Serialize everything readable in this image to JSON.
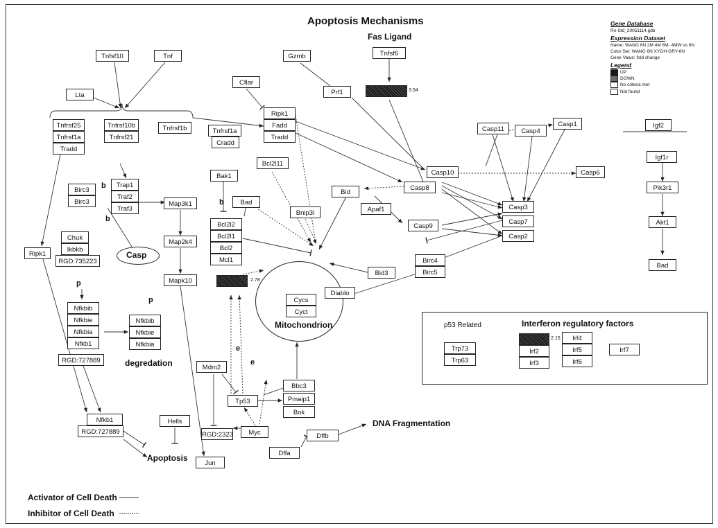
{
  "title": "Apoptosis Mechanisms",
  "fas_ligand": "Fas Ligand",
  "legend": {
    "gene_database_heading": "Gene Database",
    "gene_database": "Rn-Std_20051114.gdb",
    "expression_dataset_heading": "Expression Dataset",
    "name": "Name: WANG 6N 2M 4M 6M- 4MW vs 6N",
    "color_set": "Color Set: WANG 6N XYGH-GRY-6N",
    "gene_value": "Gene Value: fold change",
    "legend_heading": "Legend",
    "up": "UP",
    "down": "DOWN",
    "no_criteria": "No criteria met",
    "not_found": "Not found",
    "colors": {
      "up": "#1a1a1a",
      "down": "#6e6e6e"
    }
  },
  "genes": {
    "lta": "Lta",
    "tnfsf10": "Tnfsf10",
    "tnf": "Tnf",
    "cflar": "Cflar",
    "gzmb": "Gzmb",
    "prf1": "Prf1",
    "tnfsf6": "Tnfsf6",
    "tnfsf6_value": "3.54",
    "tnfrsf25": "Tnfrsf25",
    "tnfrsf1a": "Tnfrsf1a",
    "tradd": "Tradd",
    "tnfrsf10b": "Tnfrsf10b",
    "tnfrsf21": "Tnfrsf21",
    "tnfrsf1b": "Tnfrsf1b",
    "tnfrsf1a_b": "Tnfrsf1a",
    "cradd": "Cradd",
    "ripk1_a": "Ripk1",
    "fadd": "Fadd",
    "tradd_b": "Tradd",
    "casp4": "Casp4",
    "casp11": "Casp11",
    "casp1": "Casp1",
    "casp10": "Casp10",
    "casp6": "Casp6",
    "casp8": "Casp8",
    "bid": "Bid",
    "apaf1": "Apaf1",
    "casp3": "Casp3",
    "casp7": "Casp7",
    "casp2": "Casp2",
    "casp9": "Casp9",
    "igf2": "Igf2",
    "igf1r": "Igf1r",
    "pik3r1": "Pik3r1",
    "akt1": "Akt1",
    "bad_right": "Bad",
    "birc3_a": "Birc3",
    "birc3_b": "Birc3",
    "trap1": "Trap1",
    "traf2": "Traf2",
    "traf3": "Traf3",
    "map3k1": "Map3k1",
    "map2k4": "Map2k4",
    "mapk10": "Mapk10",
    "bak1": "Bak1",
    "bcl2l11": "Bcl2l11",
    "bad": "Bad",
    "bnip3l": "Bnip3l",
    "bcl2l2": "Bcl2l2",
    "bcl2l1": "Bcl2l1",
    "bcl2": "Bcl2",
    "mcl1": "Mcl1",
    "dark_gene_value": "2.78",
    "ripk1_b": "Ripk1",
    "chuk": "Chuk",
    "ikbkb": "Ikbkb",
    "rgd735223": "RGD:735223",
    "nfkbib": "Nfkbib",
    "nfkbie": "Nfkbie",
    "nfkbia": "Nfkbia",
    "nfkb1": "Nfkb1",
    "rgd727889": "RGD:727889",
    "nfkbib_d": "Nfkbib",
    "nfkbie_d": "Nfkbie",
    "nfkbia_d": "Nfkbia",
    "birc4": "Birc4",
    "birc5": "Birc5",
    "bid3": "Bid3",
    "diablo": "Diablo",
    "cycs": "Cycs",
    "cyct": "Cyct",
    "mdm2": "Mdm2",
    "rgd2323": "RGD:2323",
    "tp53": "Tp53",
    "myc": "Myc",
    "bbc3": "Bbc3",
    "pmaip1": "Pmaip1",
    "bok": "Bok",
    "dffb": "Dffb",
    "dffa": "Dffa",
    "hells": "Hells",
    "jun": "Jun",
    "nfkb1_b": "Nfkb1",
    "rgd727889_b": "RGD:727889"
  },
  "labels": {
    "casp": "Casp",
    "mitochondrion": "Mitochondrion",
    "degredation": "degredation",
    "apoptosis": "Apoptosis",
    "dna_fragmentation": "DNA Fragmentation",
    "b1": "b",
    "b2": "b",
    "b3": "b",
    "p1": "p",
    "p2": "p",
    "e1": "e",
    "e2": "e"
  },
  "inset": {
    "p53_related": "p53 Related",
    "irf_title": "Interferon regulatory factors",
    "trp73": "Trp73",
    "trp63": "Trp63",
    "irf_dark_value": "2.15",
    "irf2": "Irf2",
    "irf3": "Irf3",
    "irf4": "Irf4",
    "irf5": "Irf5",
    "irf6": "Irf6",
    "irf7": "Irf7"
  },
  "key": {
    "activator": "Activator of Cell Death",
    "inhibitor": "Inhibitor of Cell Death"
  }
}
